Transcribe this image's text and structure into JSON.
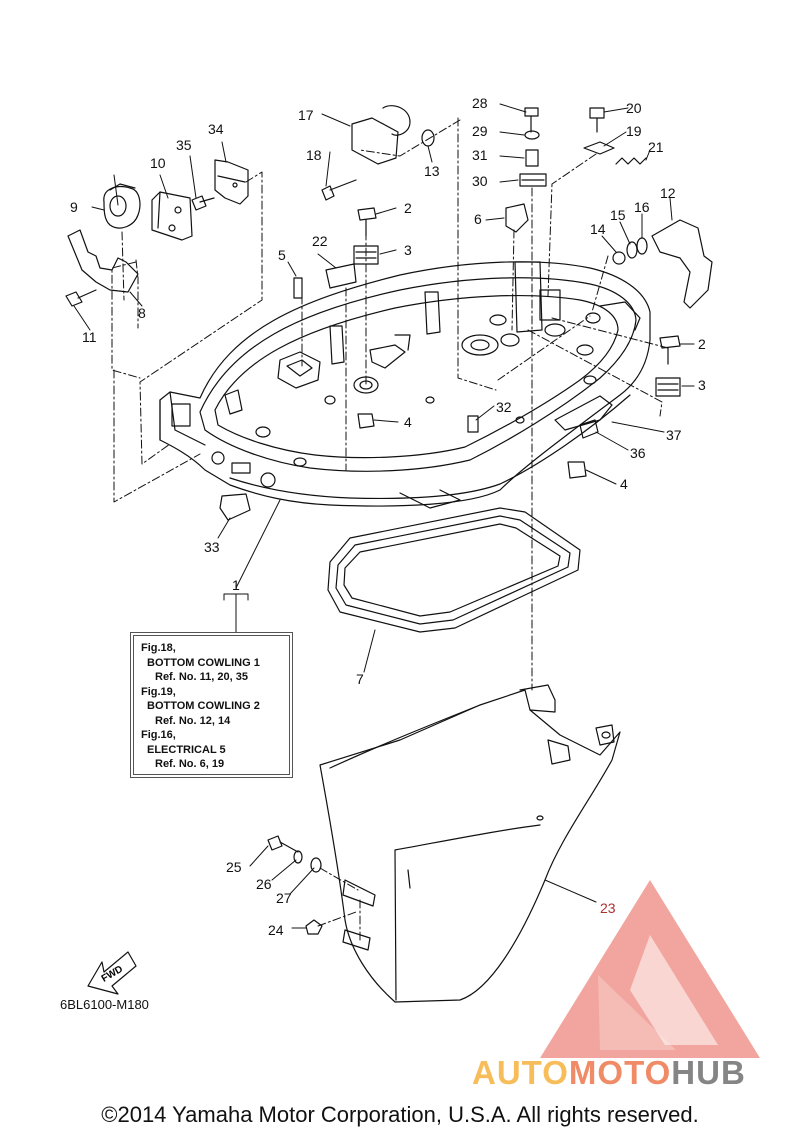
{
  "diagram": {
    "part_numbers": [
      "1",
      "2",
      "3",
      "4",
      "5",
      "6",
      "7",
      "8",
      "9",
      "10",
      "11",
      "12",
      "13",
      "14",
      "15",
      "16",
      "17",
      "18",
      "19",
      "20",
      "21",
      "22",
      "23",
      "24",
      "25",
      "26",
      "27",
      "28",
      "29",
      "30",
      "31",
      "32",
      "33",
      "34",
      "35",
      "36",
      "37"
    ],
    "reference_note": {
      "lines": [
        {
          "fig": "Fig.18,",
          "name": "BOTTOM COWLING 1",
          "ref": "Ref. No. 11, 20, 35"
        },
        {
          "fig": "Fig.19,",
          "name": "BOTTOM COWLING 2",
          "ref": "Ref. No. 12, 14"
        },
        {
          "fig": "Fig.16,",
          "name": "ELECTRICAL 5",
          "ref": "Ref. No. 6, 19"
        }
      ]
    },
    "fwd_label": "FWD",
    "drawing_code": "6BL6100-M180"
  },
  "watermark": {
    "brand_part1": "AUTO",
    "brand_part2": "MOTO",
    "brand_part3": "HUB",
    "color_auto": "#f7bd5a",
    "color_moto": "#ef8b67",
    "color_hub": "#858585",
    "triangle_color": "#ef8f86"
  },
  "footer": {
    "copyright": "©2014 Yamaha Motor Corporation, U.S.A. All rights reserved."
  }
}
